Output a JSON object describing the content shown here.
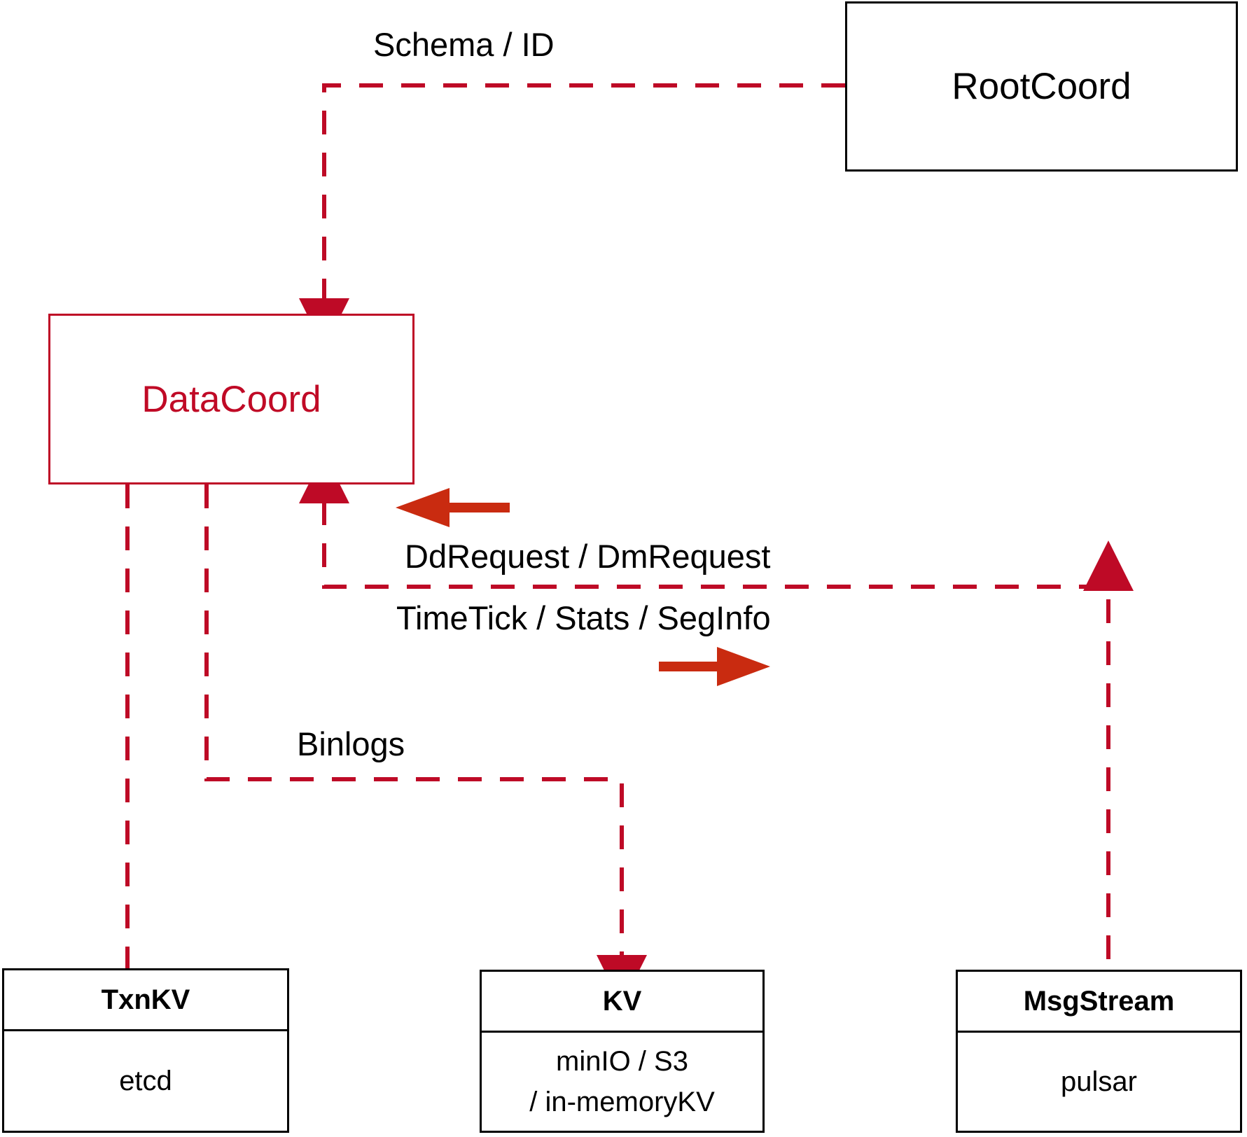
{
  "diagram": {
    "title": "DataCoord component dependency diagram",
    "colors": {
      "dashed_edge": "#BE0A26",
      "solid_arrow": "#C92B10",
      "node_border_black": "#000000",
      "node_border_red": "#BE0A26",
      "datacoord_text": "#C00A26",
      "background": "#FFFFFF"
    }
  },
  "nodes": {
    "rootcoord": {
      "label": "RootCoord"
    },
    "datacoord": {
      "label": "DataCoord"
    },
    "txnkv": {
      "title": "TxnKV",
      "body_line1": "etcd"
    },
    "kv": {
      "title": "KV",
      "body_line1": "minIO / S3",
      "body_line2": "/ in-memoryKV"
    },
    "msgstream": {
      "title": "MsgStream",
      "body_line1": "pulsar"
    }
  },
  "edges": {
    "schema_id": {
      "label": "Schema / ID"
    },
    "dd_dm_request": {
      "label": "DdRequest / DmRequest"
    },
    "timetick_stats_seginfo": {
      "label": "TimeTick / Stats / SegInfo"
    },
    "binlogs": {
      "label": "Binlogs"
    }
  }
}
